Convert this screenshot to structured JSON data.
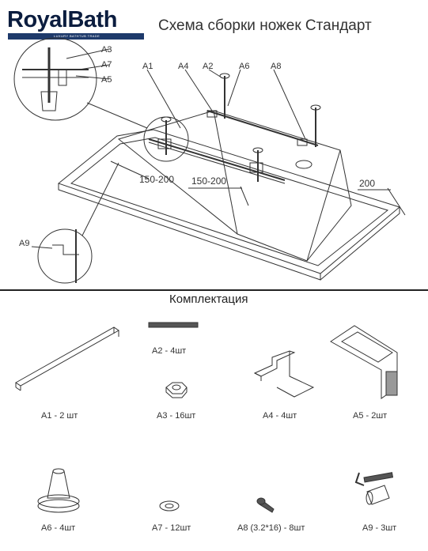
{
  "header": {
    "logo_text": "RoyalBath",
    "logo_tagline": "LUXURY BATHTUB TRADE",
    "title": "Схема сборки ножек Стандарт"
  },
  "callouts": {
    "a3": "A3",
    "a7": "A7",
    "a5": "A5",
    "a1": "A1",
    "a4": "A4",
    "a2": "A2",
    "a6": "A6",
    "a8": "A8",
    "a9": "A9"
  },
  "dimensions": {
    "left_offset": "150-200",
    "mid_offset": "150-200",
    "end_offset": "200"
  },
  "kit": {
    "title": "Комплектация",
    "parts": [
      {
        "caption": "A1 - 2 шт",
        "icon": "rod-icon"
      },
      {
        "caption": "A2 - 4шт",
        "icon": "threaded-stud-icon"
      },
      {
        "caption": "A3 - 16шт",
        "icon": "hex-nut-icon"
      },
      {
        "caption": "A4 - 4шт",
        "icon": "mounting-bracket-icon"
      },
      {
        "caption": "A5 - 2шт",
        "icon": "slotted-bracket-icon"
      },
      {
        "caption": "A6 - 4шт",
        "icon": "foot-cap-icon"
      },
      {
        "caption": "A7 - 12шт",
        "icon": "washer-icon"
      },
      {
        "caption": "A8 (3.2*16) - 8шт",
        "icon": "screw-icon"
      },
      {
        "caption": "A9 - 3шт",
        "icon": "hook-and-dowel-icon"
      }
    ]
  },
  "colors": {
    "logo_navy": "#0b1d3f",
    "line": "#333333"
  }
}
